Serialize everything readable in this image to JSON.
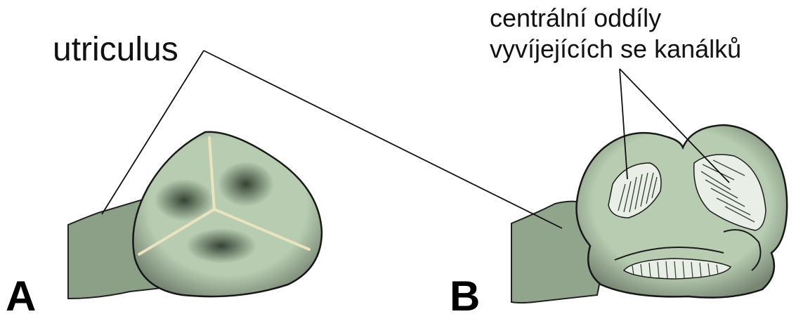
{
  "labels": {
    "utriculus": "utriculus",
    "central_line1": "centrální oddíly",
    "central_line2": "vyvíjejících se kanálků",
    "panel_a": "A",
    "panel_b": "B"
  },
  "colors": {
    "tissue_fill": "#b7ccb1",
    "tissue_dark": "#2e3a2c",
    "outline": "#1b1b1b",
    "ridge": "#e9e3bf",
    "canal_fill": "#e9efe6"
  }
}
